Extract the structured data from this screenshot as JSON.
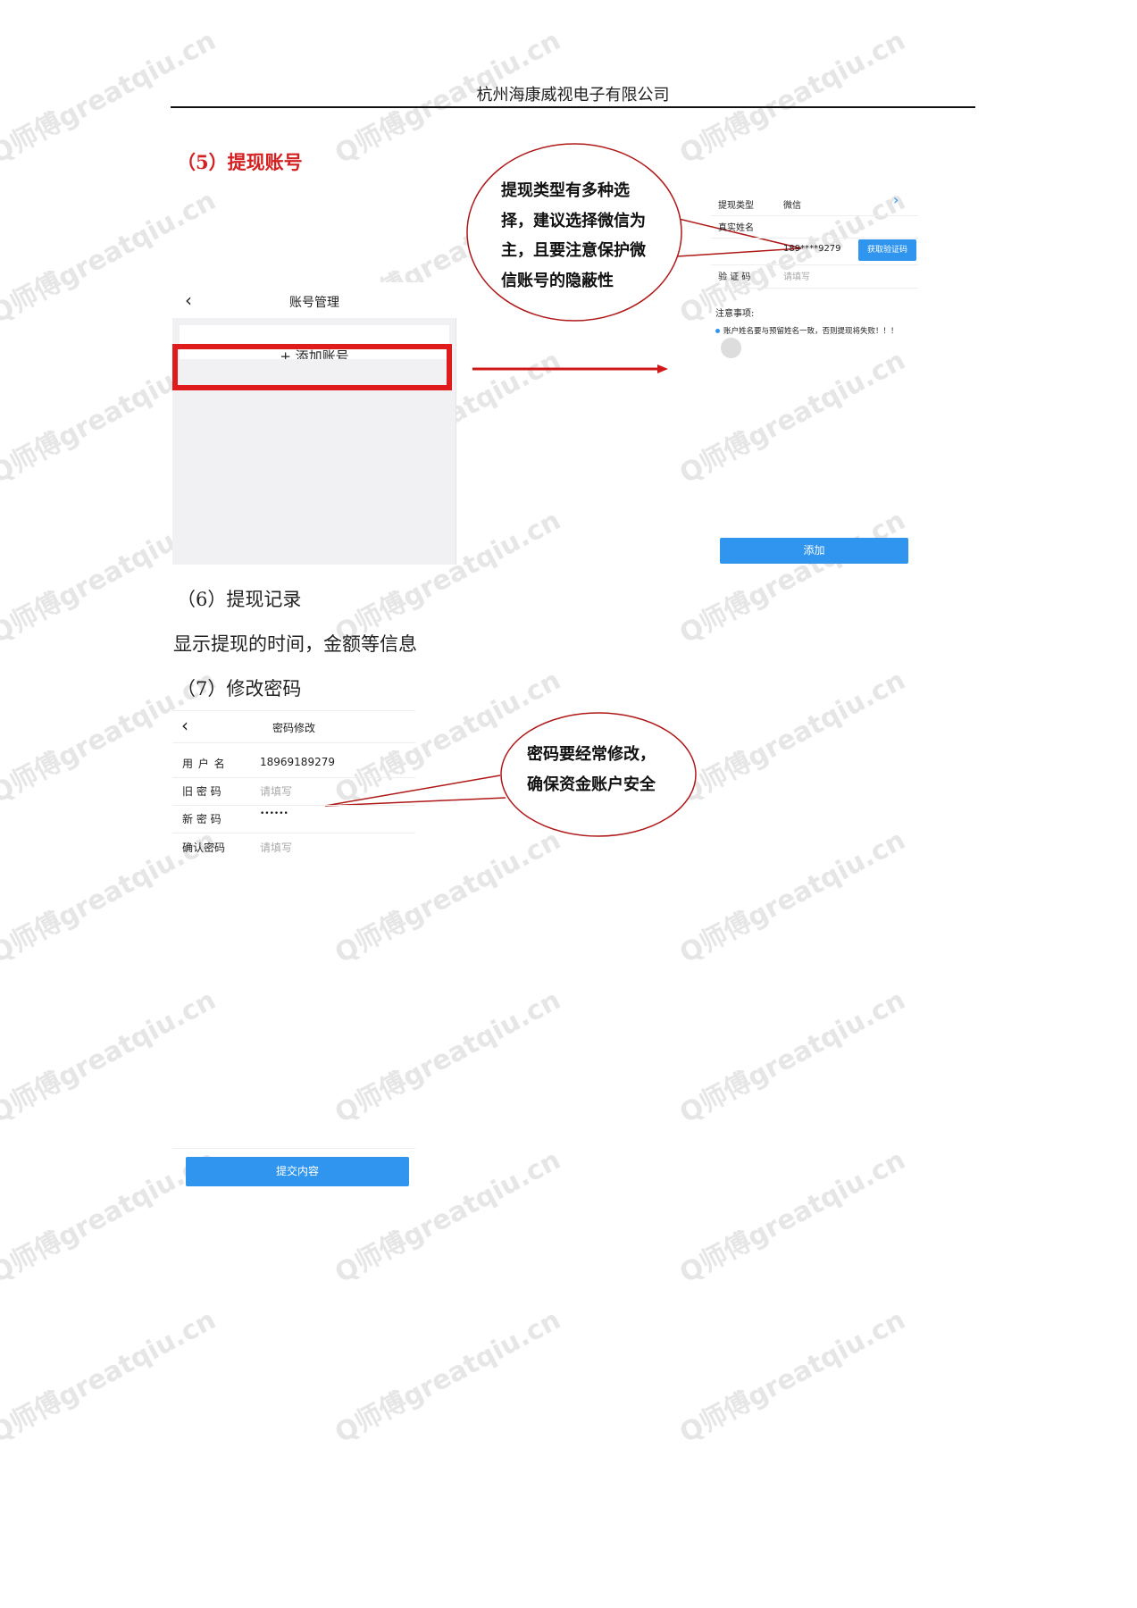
{
  "header": {
    "company": "杭州海康威视电子有限公司"
  },
  "section5": {
    "title": "（5）提现账号",
    "account_screen": {
      "title": "账号管理",
      "add_account": "+ 添加账号"
    },
    "callout": [
      "提现类型有多种选",
      "择，建议选择微信为",
      "主，且要注意保护微",
      "信账号的隐蔽性"
    ],
    "form": {
      "rows": [
        {
          "label": "提现类型",
          "value": "微信"
        },
        {
          "label": "真实姓名",
          "value": ""
        },
        {
          "label": "",
          "value": "189****9279"
        },
        {
          "label": "验 证 码",
          "value": "请填写"
        }
      ],
      "get_code_button": "获取验证码",
      "notice_title": "注意事项:",
      "notice_item": "账户姓名要与预留姓名一致，否则提现将失败！！！",
      "submit_button": "添加"
    },
    "colors": {
      "highlight": "#e01b1b",
      "button": "#2f95ee"
    }
  },
  "section6": {
    "title": "（6）提现记录",
    "desc": "显示提现的时间，金额等信息"
  },
  "section7": {
    "title": "（7）修改密码",
    "screen": {
      "title": "密码修改",
      "rows": [
        {
          "label": "用 户 名",
          "value": "18969189279"
        },
        {
          "label": "旧 密 码",
          "value": "请填写"
        },
        {
          "label": "新 密 码",
          "value": "••••••"
        },
        {
          "label": "确认密码",
          "value": "请填写"
        }
      ],
      "submit_button": "提交内容"
    },
    "callout": [
      "密码要经常修改，",
      "确保资金账户安全"
    ]
  },
  "watermark": "Q师傅greatqiu.cn"
}
